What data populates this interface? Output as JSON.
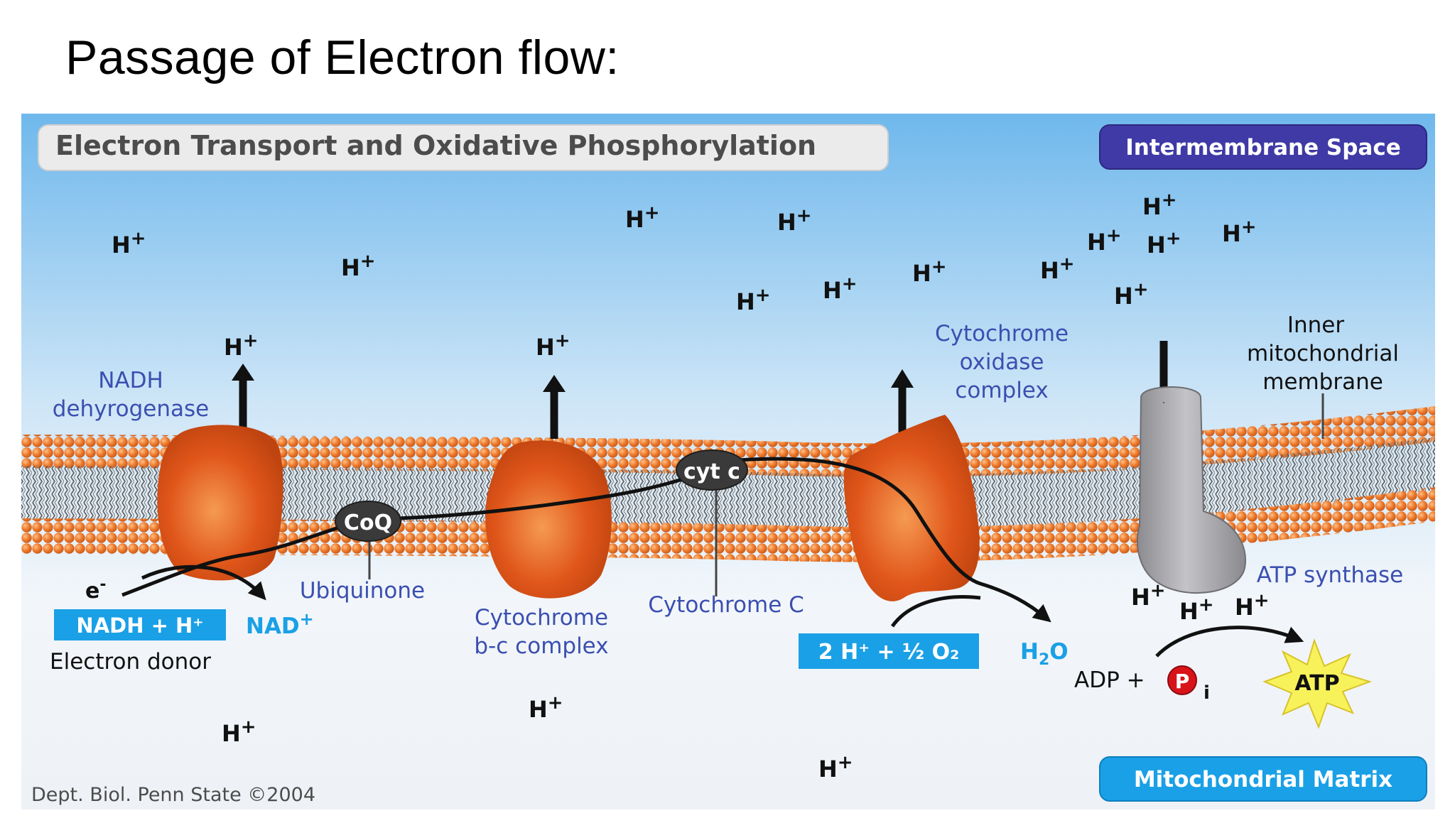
{
  "slide": {
    "title": "Passage of Electron flow:"
  },
  "diagram": {
    "title": "Electron Transport and Oxidative Phosphorylation",
    "regions": {
      "top": "Intermembrane Space",
      "bottom": "Mitochondrial Matrix"
    },
    "proton": {
      "base": "H",
      "charge": "+"
    },
    "complex_labels": {
      "nadh_line1": "NADH",
      "nadh_line2": "dehyrogenase",
      "ubiquinone": "Ubiquinone",
      "cyt_bc_line1": "Cytochrome",
      "cyt_bc_line2": "b-c complex",
      "cyt_c": "Cytochrome C",
      "cyt_ox_line1": "Cytochrome",
      "cyt_ox_line2": "oxidase",
      "cyt_ox_line3": "complex",
      "membrane_line1": "Inner",
      "membrane_line2": "mitochondrial",
      "membrane_line3": "membrane",
      "atp_synthase": "ATP synthase"
    },
    "carriers": {
      "coq": "CoQ",
      "cytc": "cyt c"
    },
    "reactions": {
      "electron": "e",
      "electron_sup": "-",
      "nadh_h": "NADH + H⁺",
      "nad_base": "NAD",
      "nad_sup": "+",
      "electron_donor": "Electron donor",
      "oxygen": "2 H⁺ + ½ O₂",
      "water_h": "H",
      "water_sub": "2",
      "water_o": "O",
      "adp": "ADP +",
      "phosphate": "P",
      "phosphate_sub": "i",
      "atp": "ATP"
    },
    "credit": "Dept. Biol. Penn State ©2004",
    "colors": {
      "sky_top": "#6fb8ec",
      "sky_bottom": "#f4f7fa",
      "membrane_bead": "#ee7a2a",
      "protein": "#e0561a",
      "synthase": "#a9a9ad",
      "label_blue": "#3b4fb0",
      "panel_purple": "#3f3aa6",
      "panel_blue": "#1aa0e6",
      "atp_star": "#f8f25a"
    }
  }
}
